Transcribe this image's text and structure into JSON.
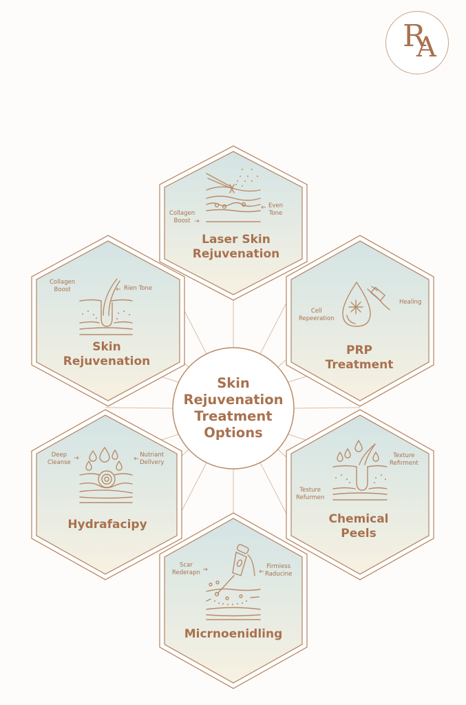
{
  "logo": {
    "monogram_r": "R",
    "monogram_a": "A"
  },
  "center": {
    "title_lines": [
      "Skin",
      "Rejuvenation",
      "Treatment",
      "Options"
    ]
  },
  "colors": {
    "accent_brown": "#a8714f",
    "border_brown": "#b98a68",
    "hex_top": "#d3e4e4",
    "hex_bottom": "#f7f1e2",
    "background": "#fdfcfa"
  },
  "treatments": [
    {
      "id": "laser",
      "title_lines": [
        "Laser Skin",
        "Rejuvenation"
      ],
      "icon": "laser-skin-layers-icon",
      "callout_left": [
        "Collagen",
        "Boost"
      ],
      "callout_right": [
        "Even",
        "Tone"
      ]
    },
    {
      "id": "skin",
      "title_lines": [
        "Skin",
        "Rejuvenation"
      ],
      "icon": "hair-follicle-skin-icon",
      "callout_left": [
        "Collagen",
        "Boost"
      ],
      "callout_right": [
        "Rien Tone"
      ]
    },
    {
      "id": "prp",
      "title_lines": [
        "PRP",
        "Treatment"
      ],
      "icon": "blood-drop-syringe-icon",
      "callout_left": [
        "Cell",
        "Repeeration"
      ],
      "callout_right": [
        "Healing"
      ]
    },
    {
      "id": "hydrafacial",
      "title_lines": [
        "Hydrafacipy"
      ],
      "icon": "water-drops-swirl-icon",
      "callout_left": [
        "Deep",
        "Cleanse"
      ],
      "callout_right": [
        "Nutriant",
        "Dellvery"
      ]
    },
    {
      "id": "chemical",
      "title_lines": [
        "Chemical",
        "Peels"
      ],
      "icon": "drops-follicle-icon",
      "callout_left": [
        "Testure",
        "Refurmen"
      ],
      "callout_right": [
        "Texture",
        "Refirment"
      ]
    },
    {
      "id": "microneedling",
      "title_lines": [
        "Micrnoenidling"
      ],
      "icon": "microneedle-pen-icon",
      "callout_left": [
        "Scar",
        "Rederapn"
      ],
      "callout_right": [
        "Firmiess",
        "Raducine"
      ]
    }
  ]
}
